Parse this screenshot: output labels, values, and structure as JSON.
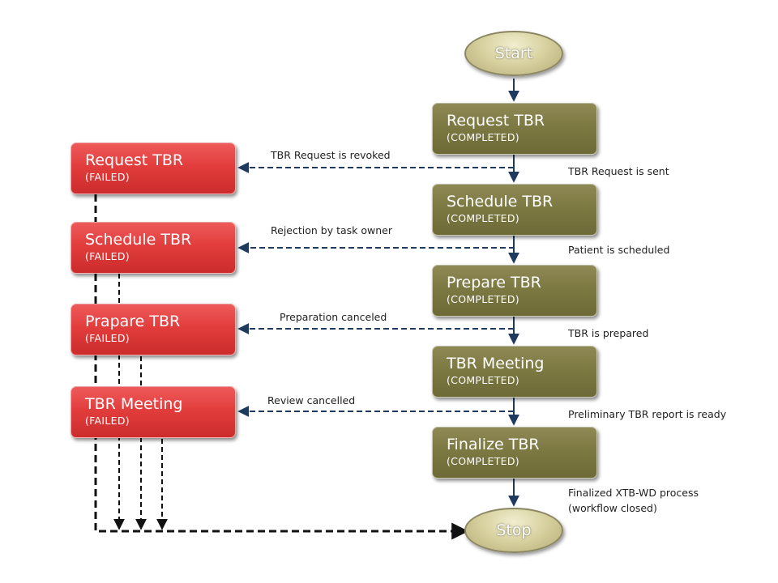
{
  "terminals": {
    "start": "Start",
    "stop": "Stop"
  },
  "completed_steps": [
    {
      "title": "Request TBR",
      "status": "(COMPLETED)"
    },
    {
      "title": "Schedule TBR",
      "status": "(COMPLETED)"
    },
    {
      "title": "Prepare TBR",
      "status": "(COMPLETED)"
    },
    {
      "title": "TBR Meeting",
      "status": "(COMPLETED)"
    },
    {
      "title": "Finalize TBR",
      "status": "(COMPLETED)"
    }
  ],
  "failed_steps": [
    {
      "title": "Request TBR",
      "status": "(FAILED)"
    },
    {
      "title": "Schedule TBR",
      "status": "(FAILED)"
    },
    {
      "title": "Prapare TBR",
      "status": "(FAILED)"
    },
    {
      "title": "TBR Meeting",
      "status": "(FAILED)"
    }
  ],
  "transition_labels": [
    "TBR Request is sent",
    "Patient is scheduled",
    "TBR is prepared",
    "Preliminary TBR report  is ready",
    "Finalized XTB-WD process",
    "(workflow closed)"
  ],
  "failure_labels": [
    "TBR Request is revoked",
    "Rejection by task owner",
    "Preparation canceled",
    "Review cancelled"
  ],
  "colors": {
    "completed": "#7d7943",
    "failed": "#e23d3d",
    "arrow": "#1f3a5f",
    "terminal": "#d9d3a2"
  }
}
